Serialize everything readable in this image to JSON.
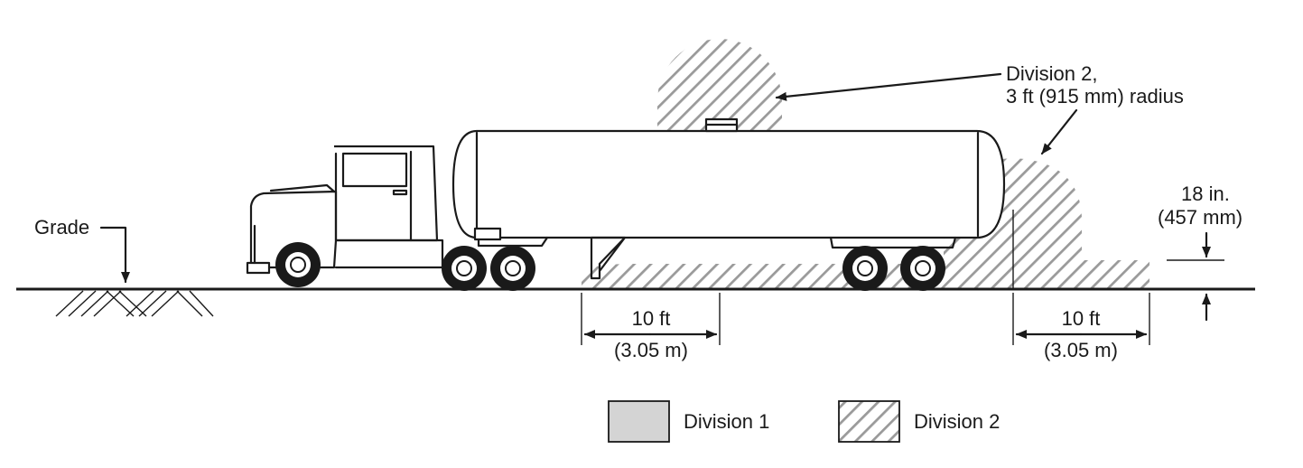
{
  "diagram": {
    "callout_division2_line1": "Division 2,",
    "callout_division2_line2": "3 ft (915 mm) radius",
    "grade_label": "Grade",
    "height_line1": "18 in.",
    "height_line2": "(457 mm)",
    "dim_left_line1": "10 ft",
    "dim_left_line2": "(3.05 m)",
    "dim_right_line1": "10 ft",
    "dim_right_line2": "(3.05 m)"
  },
  "legend": {
    "items": [
      {
        "label": "Division 1",
        "swatch": "solid",
        "color": "#d4d4d4"
      },
      {
        "label": "Division 2",
        "swatch": "hatched",
        "color": "#9a9a9a"
      }
    ]
  }
}
